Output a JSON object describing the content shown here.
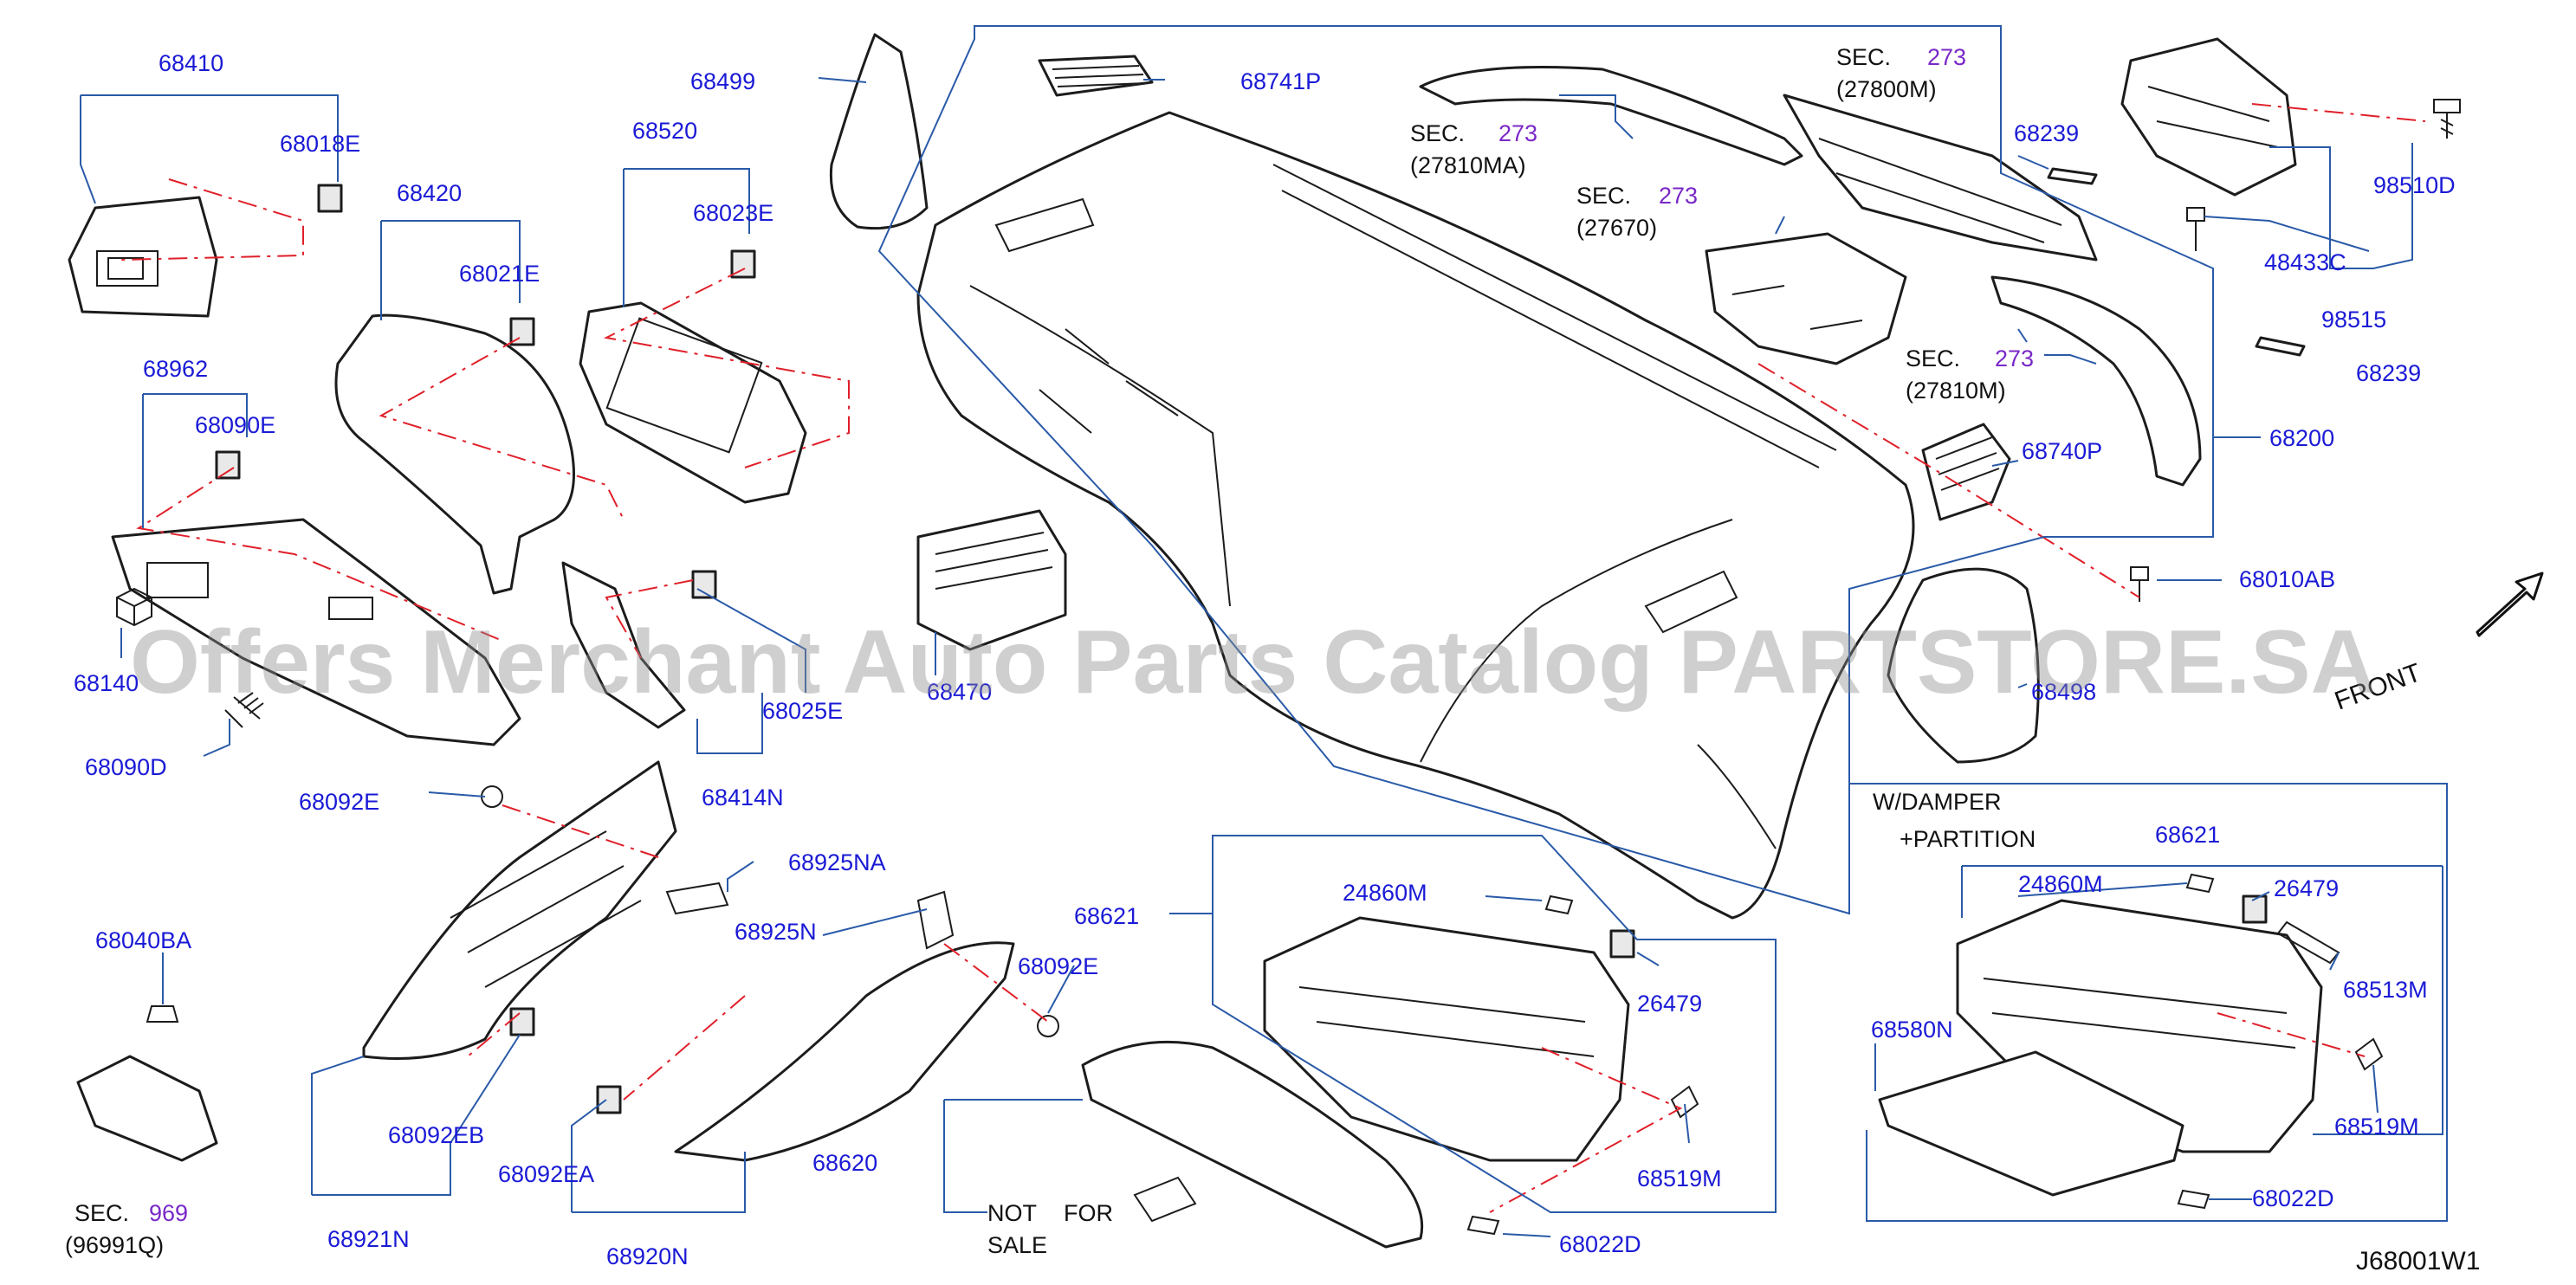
{
  "watermark": "Offers Merchant Auto Parts Catalog PARTSTORE.SA",
  "diagram_code": "J68001W1",
  "front_label": "FRONT",
  "notes": {
    "damper_line1": "W/DAMPER",
    "damper_line2": "+PARTITION",
    "not_for_1": "NOT",
    "not_for_2": "FOR",
    "sale": "SALE"
  },
  "sec_word": "SEC.",
  "sections": {
    "s1": {
      "num": "273",
      "code": "(27810MA)"
    },
    "s2": {
      "num": "273",
      "code": "(27800M)"
    },
    "s3": {
      "num": "273",
      "code": "(27670)"
    },
    "s4": {
      "num": "273",
      "code": "(27810M)"
    },
    "s5": {
      "num": "969",
      "code": "(96991Q)"
    }
  },
  "labels": {
    "p68410": "68410",
    "p68018E": "68018E",
    "p68499": "68499",
    "p68741P": "68741P",
    "p68520": "68520",
    "p68023E": "68023E",
    "p68420": "68420",
    "p68021E": "68021E",
    "p68962": "68962",
    "p68090E": "68090E",
    "p68140": "68140",
    "p68090D": "68090D",
    "p68025E": "68025E",
    "p68414N": "68414N",
    "p68470": "68470",
    "p68239a": "68239",
    "p68239b": "68239",
    "p98510D": "98510D",
    "p48433C": "48433C",
    "p98515": "98515",
    "p68740P": "68740P",
    "p68200": "68200",
    "p68010AB": "68010AB",
    "p68498": "68498",
    "p68092Ea": "68092E",
    "p68925NA": "68925NA",
    "p68925N": "68925N",
    "p68621a": "68621",
    "p68092Eb": "68092E",
    "p24860Ma": "24860M",
    "p26479a": "26479",
    "p68621b": "68621",
    "p24860Mb": "24860M",
    "p26479b": "26479",
    "p68513M": "68513M",
    "p68580N": "68580N",
    "p68519Ma": "68519M",
    "p68519Mb": "68519M",
    "p68022Da": "68022D",
    "p68022Db": "68022D",
    "p68040BA": "68040BA",
    "p68092EB": "68092EB",
    "p68092EA": "68092EA",
    "p68620": "68620",
    "p68921N": "68921N",
    "p68920N": "68920N"
  },
  "colors": {
    "callout_blue": "#1a1ad6",
    "section_purple": "#7a28c8",
    "leader_blue": "#2a5aa8",
    "dashed_red": "#e0202a",
    "watermark_gray": "#8c8c8c"
  }
}
